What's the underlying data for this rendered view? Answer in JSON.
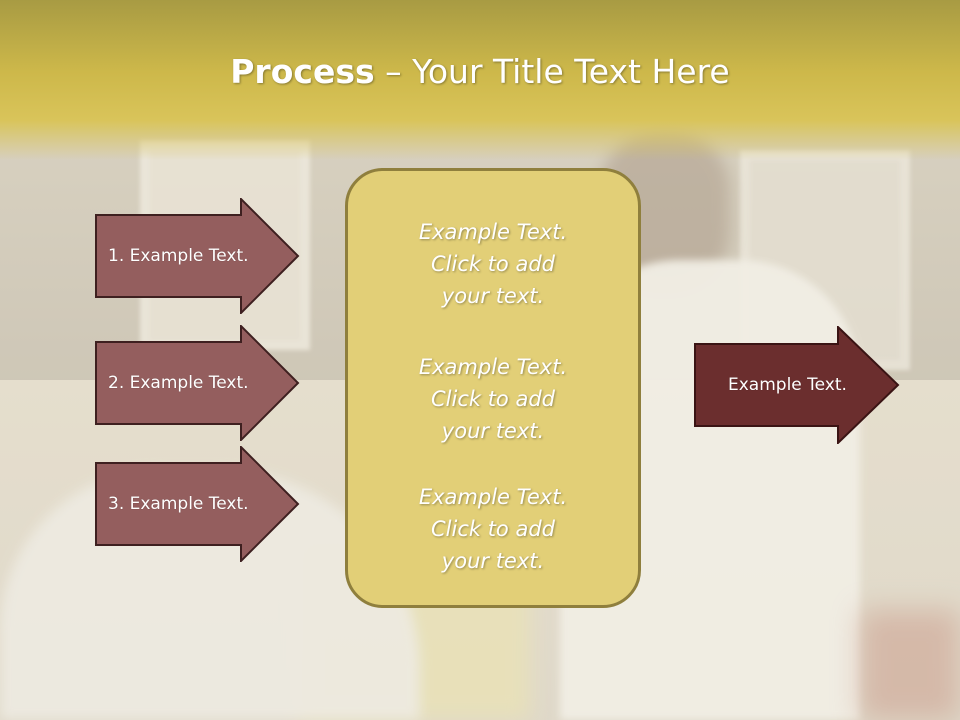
{
  "title": {
    "bold": "Process",
    "rest": " – Your Title Text Here"
  },
  "left_arrows": [
    {
      "label": "1. Example Text."
    },
    {
      "label": "2. Example Text."
    },
    {
      "label": "3. Example Text."
    }
  ],
  "center_box": {
    "items": [
      {
        "line1": "Example Text.",
        "line2": "Click  to add",
        "line3": "your text."
      },
      {
        "line1": "Example Text.",
        "line2": "Click  to add",
        "line3": "your text."
      },
      {
        "line1": "Example Text.",
        "line2": "Click  to add",
        "line3": "your text."
      }
    ]
  },
  "right_arrow": {
    "label": "Example Text."
  },
  "colors": {
    "left_arrow_fill": "#945e5e",
    "right_arrow_fill": "#6b2e2e",
    "center_fill": "#e2cf77",
    "title_band": "#cdb84a"
  }
}
